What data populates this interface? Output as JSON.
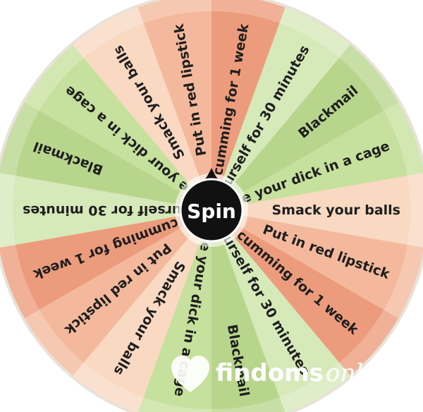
{
  "wheel": {
    "slices": [
      {
        "label": "Put in red lipstick",
        "color": "#f4b99c"
      },
      {
        "label": "No cumming for 1 week",
        "color": "#ec9c7c"
      },
      {
        "label": "Edge yourself for 30 minutes",
        "color": "#d6e9b9"
      },
      {
        "label": "Blackmail",
        "color": "#b8d58c"
      },
      {
        "label": "Close your dick in a cage",
        "color": "#c6e09d"
      },
      {
        "label": "Smack your balls",
        "color": "#f9d9c2"
      },
      {
        "label": "Put in red lipstick",
        "color": "#f4b99c"
      },
      {
        "label": "No cumming for 1 week",
        "color": "#ec9c7c"
      },
      {
        "label": "Edge yourself for 30 minutes",
        "color": "#d6e9b9"
      },
      {
        "label": "Blackmail",
        "color": "#b8d58c"
      },
      {
        "label": "Close your dick in a cage",
        "color": "#c6e09d"
      },
      {
        "label": "Smack your balls",
        "color": "#f9d9c2"
      },
      {
        "label": "Put in red lipstick",
        "color": "#f4b99c"
      },
      {
        "label": "No cumming for 1 week",
        "color": "#ec9c7c"
      },
      {
        "label": "Edge yourself for 30 minutes",
        "color": "#d6e9b9"
      },
      {
        "label": "Blackmail",
        "color": "#b8d58c"
      },
      {
        "label": "Close your dick in a cage",
        "color": "#c6e09d"
      },
      {
        "label": "Smack your balls",
        "color": "#f9d9c2"
      }
    ]
  },
  "spin_button": {
    "label": "Spin",
    "color": "#111111"
  },
  "watermark": {
    "brand": "findoms",
    "suffix": "only",
    "icon": "heart-icon"
  }
}
